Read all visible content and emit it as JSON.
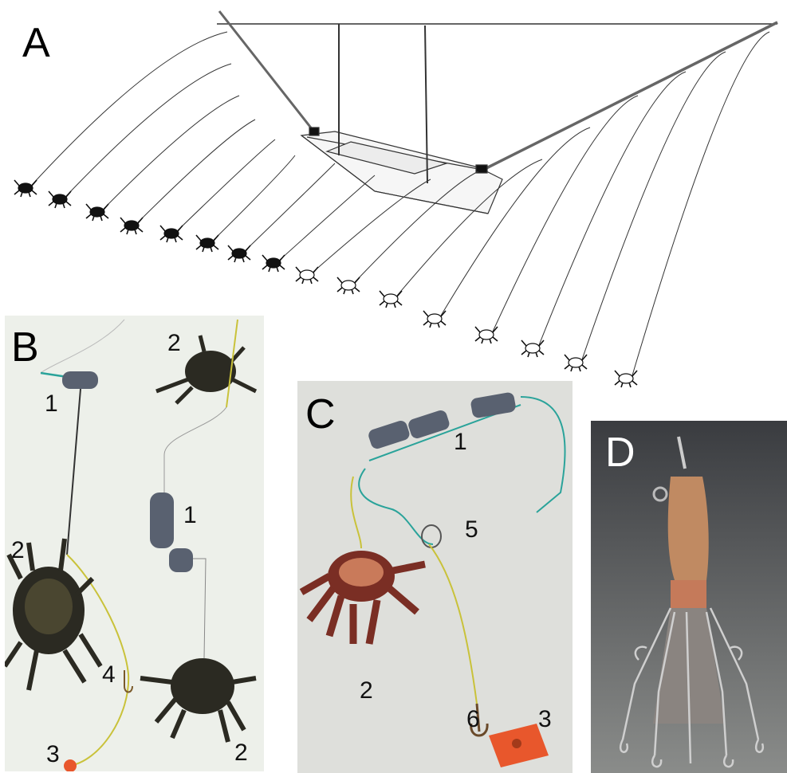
{
  "panels": {
    "a": {
      "label": "A"
    },
    "b": {
      "label": "B",
      "labels": [
        "1",
        "2",
        "1",
        "2",
        "4",
        "3",
        "2"
      ]
    },
    "c": {
      "label": "C",
      "labels": [
        "1",
        "5",
        "2",
        "6",
        "3"
      ]
    },
    "d": {
      "label": "D"
    }
  },
  "colors": {
    "line": "#333333",
    "crab_dark": "#2b2a22",
    "crab_red": "#7a2e24",
    "yellow_line": "#c9c23a",
    "teal_line": "#2aa39a",
    "weight": "#596170",
    "float_orange": "#e8572c",
    "lure_wood": "#c08a62",
    "photo_bg_d": "#2f3135"
  },
  "icons": [
    "crab-icon",
    "boat-icon",
    "hook-icon",
    "weight-icon",
    "float-icon",
    "squid-jig-icon"
  ]
}
